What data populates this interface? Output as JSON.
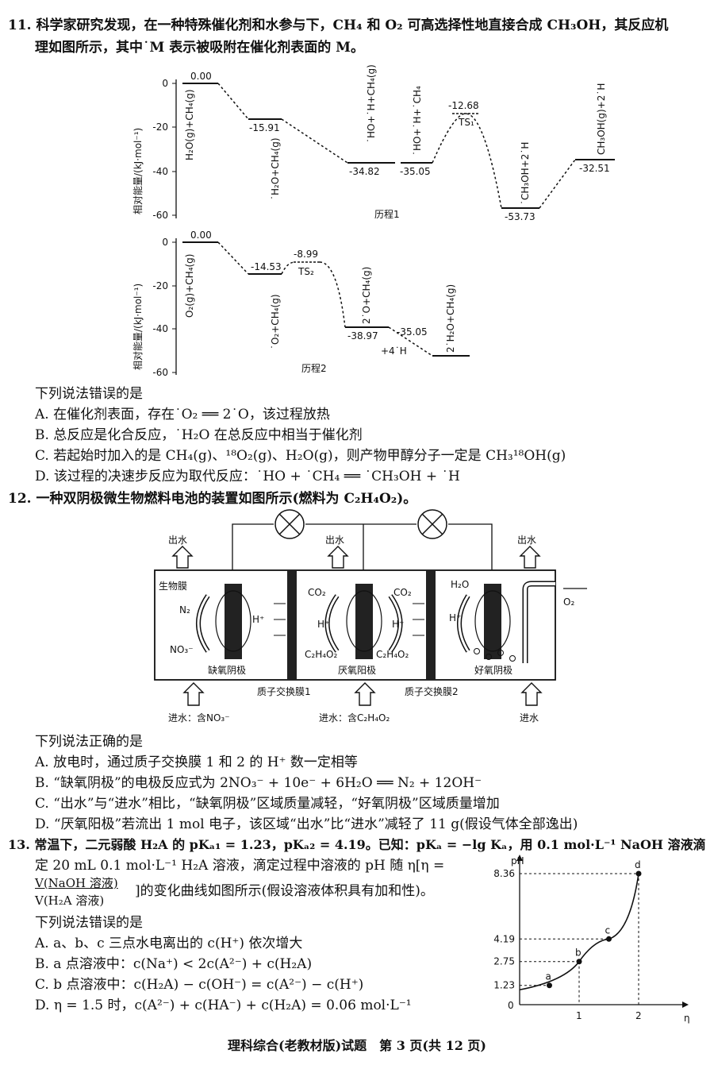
{
  "q11": {
    "line1": "11. 科学家研究发现，在一种特殊催化剂和水参与下，CH₄ 和 O₂ 可高选择性地直接合成 CH₃OH，其反应机",
    "line2": "理如图所示，其中˙M 表示被吸附在催化剂表面的 M。",
    "ylabel": "相对能量/(kJ·mol⁻¹)",
    "ticks": [
      "0",
      "-20",
      "-40",
      "-60"
    ],
    "p1": {
      "name": "历程1",
      "values": [
        "0.00",
        "-15.91",
        "-34.82",
        "-35.05",
        "-12.68",
        "-53.73",
        "-32.51"
      ],
      "ts": "TS₁",
      "species": [
        "H₂O(g)+CH₄(g)",
        "˙H₂O+CH₄(g)",
        "˙HO+˙H+CH₄(g)",
        "˙HO+˙H+˙CH₄",
        "˙CH₃OH+2˙H",
        "CH₃OH(g)+2˙H"
      ]
    },
    "p2": {
      "name": "历程2",
      "values": [
        "0.00",
        "-14.53",
        "-8.99",
        "-38.97",
        "-35.05"
      ],
      "ts": "TS₂",
      "species": [
        "O₂(g)+CH₄(g)",
        "˙O₂+CH₄(g)",
        "2˙O+CH₄(g)",
        "2˙H₂O+CH₄(g)"
      ],
      "extra": "+4˙H"
    },
    "stem": "下列说法错误的是",
    "options": [
      "A. 在催化剂表面，存在˙O₂ ══ 2˙O，该过程放热",
      "B. 总反应是化合反应，˙H₂O 在总反应中相当于催化剂",
      "C. 若起始时加入的是 CH₄(g)、¹⁸O₂(g)、H₂O(g)，则产物甲醇分子一定是 CH₃¹⁸OH(g)",
      "D. 该过程的决速步反应为取代反应：˙HO + ˙CH₄ ══ ˙CH₃OH + ˙H"
    ]
  },
  "q12": {
    "line1": "12. 一种双阴极微生物燃料电池的装置如图所示(燃料为 C₂H₄O₂)。",
    "out_water": "出水",
    "in_water": "进水",
    "in_no3": "进水：含NO₃⁻",
    "in_fuel": "进水：含C₂H₄O₂",
    "membrane1": "质子交换膜1",
    "membrane2": "质子交换膜2",
    "biofilm": "生物膜",
    "cathode1": "缺氧阴极",
    "anode": "厌氧阳极",
    "cathode2": "好氧阴极",
    "N2": "N₂",
    "NO3": "NO₃⁻",
    "CO2": "CO₂",
    "Hp": "H⁺",
    "fuel": "C₂H₄O₂",
    "H2O": "H₂O",
    "O2": "O₂",
    "stem": "下列说法正确的是",
    "options": [
      "A. 放电时，通过质子交换膜 1 和 2 的 H⁺ 数一定相等",
      "B. “缺氧阴极”的电极反应式为 2NO₃⁻ + 10e⁻ + 6H₂O ══ N₂ + 12OH⁻",
      "C. “出水”与“进水”相比，“缺氧阴极”区域质量减轻，“好氧阴极”区域质量增加",
      "D. “厌氧阳极”若流出 1 mol 电子，该区域“出水”比“进水”减轻了 11 g(假设气体全部逸出)"
    ]
  },
  "q13": {
    "line1": "13. 常温下，二元弱酸 H₂A 的 pKₐ₁ = 1.23，pKₐ₂ = 4.19。已知：pKₐ = −lg Kₐ，用 0.1 mol·L⁻¹ NaOH 溶液滴",
    "line2": "定 20 mL 0.1 mol·L⁻¹ H₂A 溶液，滴定过程中溶液的 pH 随 η[η =",
    "frac_num": "V(NaOH 溶液)",
    "frac_den": "V(H₂A 溶液)",
    "line3": "]的变化曲线如图所示(假设溶液体积具有加和性)。",
    "stem": "下列说法错误的是",
    "options": [
      "A. a、b、c 三点水电离出的 c(H⁺) 依次增大",
      "B. a 点溶液中：c(Na⁺) < 2c(A²⁻) + c(H₂A)",
      "C. b 点溶液中：c(H₂A) − c(OH⁻) = c(A²⁻) − c(H⁺)",
      "D. η = 1.5 时，c(A²⁻) + c(HA⁻) + c(H₂A) = 0.06 mol·L⁻¹"
    ],
    "chart_data": {
      "type": "line",
      "xlabel": "η",
      "ylabel": "pH",
      "x_ticks": [
        "0",
        "1",
        "2"
      ],
      "y_ticks": [
        "1.23",
        "2.75",
        "4.19",
        "8.36"
      ],
      "points": [
        {
          "name": "a",
          "x": 0.5,
          "y": 1.23
        },
        {
          "name": "b",
          "x": 1.0,
          "y": 2.75
        },
        {
          "name": "c",
          "x": 1.5,
          "y": 4.19
        },
        {
          "name": "d",
          "x": 2.0,
          "y": 8.36
        }
      ]
    }
  },
  "footer": "理科综合(老教材版)试题　第 3 页(共 12 页)"
}
